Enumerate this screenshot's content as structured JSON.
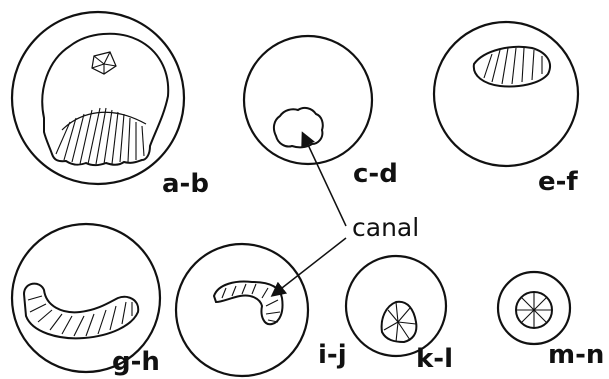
{
  "figure": {
    "panels": [
      {
        "id": "a-b",
        "label": "a-b"
      },
      {
        "id": "c-d",
        "label": "c-d"
      },
      {
        "id": "e-f",
        "label": "e-f"
      },
      {
        "id": "g-h",
        "label": "g-h"
      },
      {
        "id": "i-j",
        "label": "i-j"
      },
      {
        "id": "k-l",
        "label": "k-l"
      },
      {
        "id": "m-n",
        "label": "m-n"
      }
    ],
    "callout": {
      "label": "canal"
    }
  }
}
